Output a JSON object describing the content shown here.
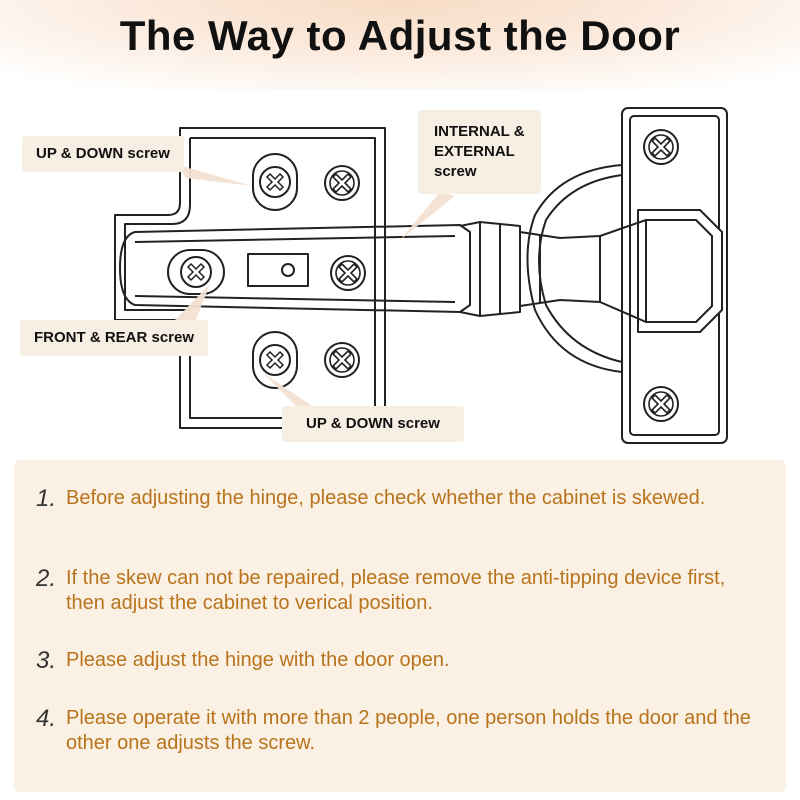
{
  "title": "The Way to Adjust the Door",
  "callouts": {
    "up_down_top": "UP & DOWN screw",
    "internal_external": [
      "INTERNAL &",
      "EXTERNAL",
      "screw"
    ],
    "front_rear": "FRONT & REAR screw",
    "up_down_bottom": "UP & DOWN screw"
  },
  "steps": [
    {
      "num": "1.",
      "text": "Before adjusting the hinge, please check whether the cabinet is skewed."
    },
    {
      "num": "2.",
      "text": "If the skew can not be repaired, please remove the anti-tipping device first, then adjust the cabinet to verical position."
    },
    {
      "num": "3.",
      "text": "Please adjust the hinge with the door open."
    },
    {
      "num": "4.",
      "text": "Please operate it with more than 2 people, one person holds the door and the other one adjusts the screw."
    }
  ],
  "colors": {
    "title_band": "#fbe9db",
    "callout_bg": "#f7eee4",
    "panel_bg": "#fbf0e4",
    "step_text": "#b8741c"
  }
}
